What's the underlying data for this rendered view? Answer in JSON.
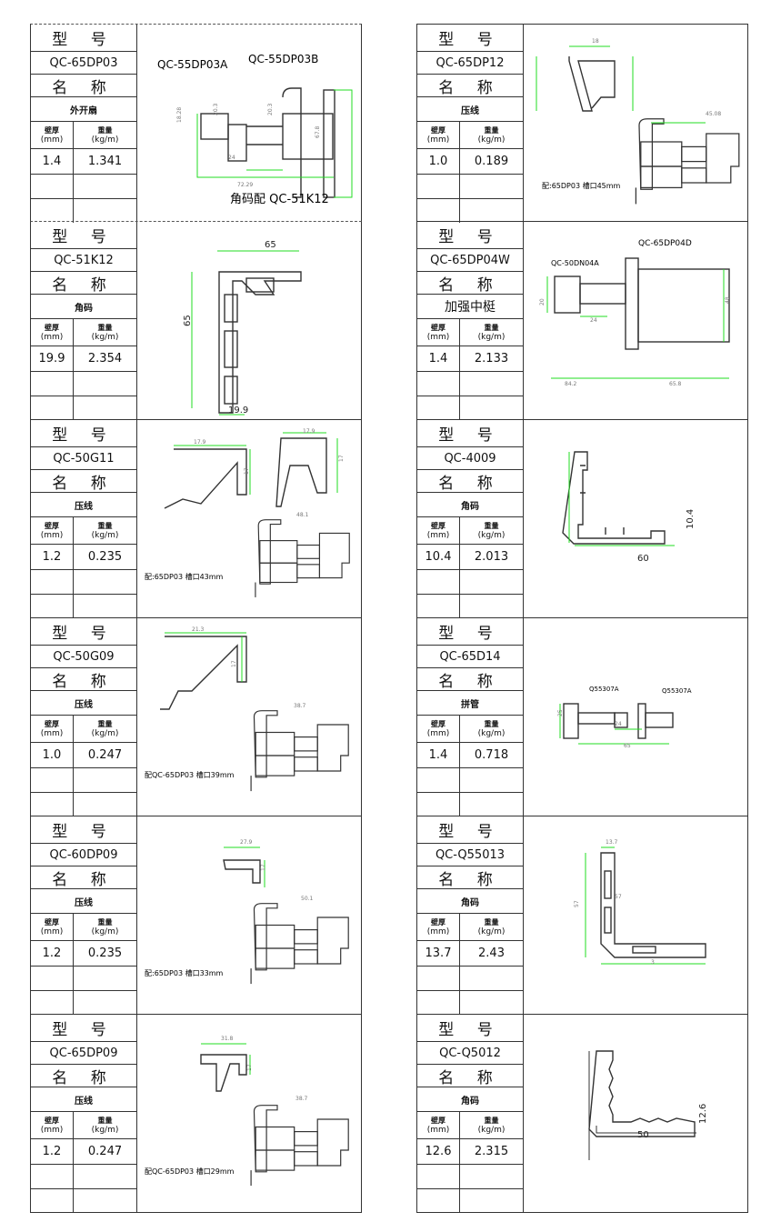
{
  "labels": {
    "model": "型 号",
    "name": "名 称",
    "thickness": "壁厚",
    "thickness_unit": "(mm)",
    "weight": "重量",
    "weight_unit": "(kg/m)"
  },
  "left": [
    {
      "model": "QC-65DP03",
      "name": "外开扇",
      "thickness": "1.4",
      "weight": "1.341",
      "drawing_text": [
        "QC-55DP03A",
        "QC-55DP03B",
        "角码配  QC-51K12"
      ],
      "dims": [
        "18.28",
        "20.3",
        "20.3",
        "24",
        "67.8",
        "72.29"
      ]
    },
    {
      "model": "QC-51K12",
      "name": "角码",
      "thickness": "19.9",
      "weight": "2.354",
      "drawing_text": [],
      "dims": [
        "65",
        "65",
        "19.9"
      ]
    },
    {
      "model": "QC-50G11",
      "name": "压线",
      "thickness": "1.2",
      "weight": "0.235",
      "drawing_text": [
        "配:65DP03  槽口43mm"
      ],
      "dims": [
        "17.9",
        "17",
        "17.9",
        "17",
        "48.1"
      ]
    },
    {
      "model": "QC-50G09",
      "name": "压线",
      "thickness": "1.0",
      "weight": "0.247",
      "drawing_text": [
        "配QC-65DP03  槽口39mm"
      ],
      "dims": [
        "21.3",
        "17",
        "38.7"
      ]
    },
    {
      "model": "QC-60DP09",
      "name": "压线",
      "thickness": "1.2",
      "weight": "0.235",
      "drawing_text": [
        "配:65DP03  槽口33mm"
      ],
      "dims": [
        "27.9",
        "17",
        "50.1"
      ]
    },
    {
      "model": "QC-65DP09",
      "name": "压线",
      "thickness": "1.2",
      "weight": "0.247",
      "drawing_text": [
        "配QC-65DP03  槽口29mm"
      ],
      "dims": [
        "31.8",
        "17",
        "38.7"
      ]
    }
  ],
  "right": [
    {
      "model": "QC-65DP12",
      "name": "压线",
      "thickness": "1.0",
      "weight": "0.189",
      "drawing_text": [
        "配:65DP03  槽口45mm"
      ],
      "dims": [
        "18",
        "45.08"
      ]
    },
    {
      "model": "QC-65DP04W",
      "name": "加强中梃",
      "thickness": "1.4",
      "weight": "2.133",
      "drawing_text": [
        "QC-65DP04D",
        "QC-50DN04A"
      ],
      "dims": [
        "84.2",
        "65.8",
        "48",
        "24",
        "20"
      ]
    },
    {
      "model": "QC-4009",
      "name": "角码",
      "thickness": "10.4",
      "weight": "2.013",
      "drawing_text": [],
      "dims": [
        "60",
        "60",
        "10.4"
      ]
    },
    {
      "model": "QC-65D14",
      "name": "拼管",
      "thickness": "1.4",
      "weight": "0.718",
      "drawing_text": [
        "Q55307A",
        "Q55307A"
      ],
      "dims": [
        "24",
        "25",
        "65"
      ]
    },
    {
      "model": "QC-Q55013",
      "name": "角码",
      "thickness": "13.7",
      "weight": "2.43",
      "drawing_text": [],
      "dims": [
        "13.7",
        "57",
        "57",
        "3"
      ]
    },
    {
      "model": "QC-Q5012",
      "name": "角码",
      "thickness": "12.6",
      "weight": "2.315",
      "drawing_text": [],
      "dims": [
        "50",
        "50",
        "12.6"
      ]
    }
  ],
  "colors": {
    "dimension": "#22dd22",
    "line": "#333333"
  }
}
